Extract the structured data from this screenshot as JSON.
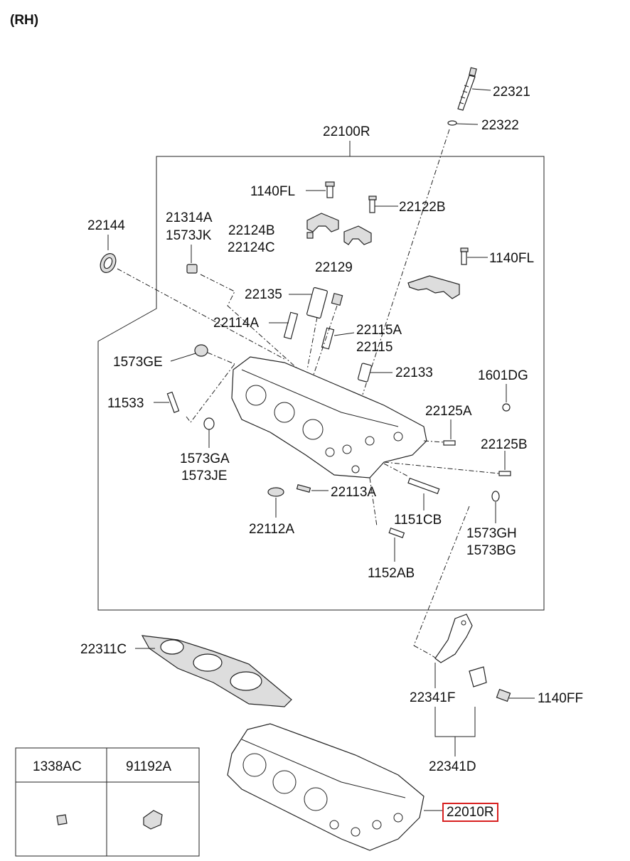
{
  "title": "(RH)",
  "colors": {
    "highlight": "#d82020",
    "line": "#222222"
  },
  "labels": {
    "l22321": "22321",
    "l22322": "22322",
    "l22100R": "22100R",
    "l1140FL_a": "1140FL",
    "l22122B": "22122B",
    "l22144": "22144",
    "l21314A": "21314A",
    "l1573JK": "1573JK",
    "l22124B": "22124B",
    "l22124C": "22124C",
    "l1140FL_b": "1140FL",
    "l22129": "22129",
    "l22135": "22135",
    "l22114A": "22114A",
    "l22115A": "22115A",
    "l22115": "22115",
    "l1573GE": "1573GE",
    "l22133": "22133",
    "l1601DG": "1601DG",
    "l11533": "11533",
    "l22125A": "22125A",
    "l22125B": "22125B",
    "l1573GA": "1573GA",
    "l1573JE": "1573JE",
    "l22113A": "22113A",
    "l22112A": "22112A",
    "l1151CB": "1151CB",
    "l1573GH": "1573GH",
    "l1573BG": "1573BG",
    "l1152AB": "1152AB",
    "l22311C": "22311C",
    "l22341F": "22341F",
    "l1140FF": "1140FF",
    "l22341D": "22341D",
    "l22010R": "22010R"
  },
  "legend": {
    "col1": "1338AC",
    "col2": "91192A"
  }
}
